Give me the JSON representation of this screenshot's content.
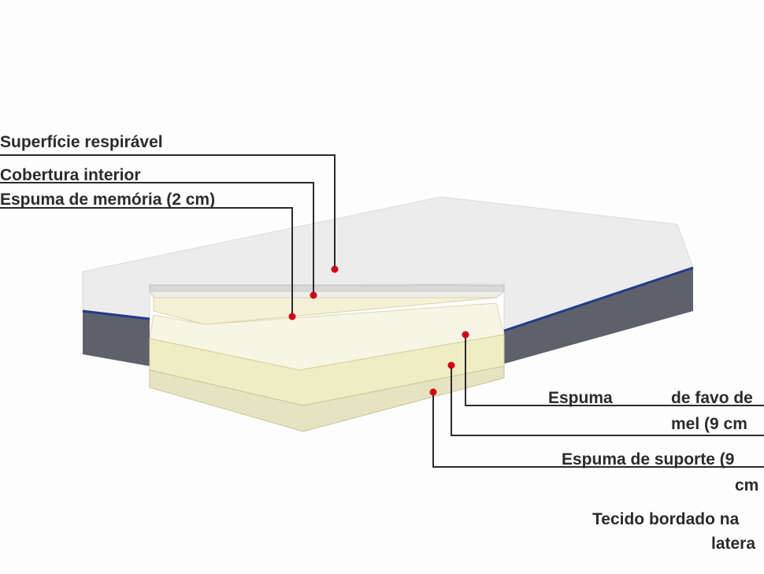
{
  "labels": {
    "surface": "Superfície respirável",
    "inner_cover": "Cobertura interior",
    "memory_foam": "Espuma de memória (2 cm)",
    "honeycomb_1a": "Espuma",
    "honeycomb_1b": "de favo de",
    "honeycomb_2": "mel (9 cm",
    "support_1": "Espuma de suporte (9",
    "support_2": "cm",
    "fabric_1": "Tecido bordado na",
    "fabric_2": "latera"
  },
  "colors": {
    "dot": "#d0021b",
    "line": "#2b2b2b",
    "foam": "#f3f0cf",
    "cover": "#e9e9e9",
    "side": "#5c5f6b"
  }
}
